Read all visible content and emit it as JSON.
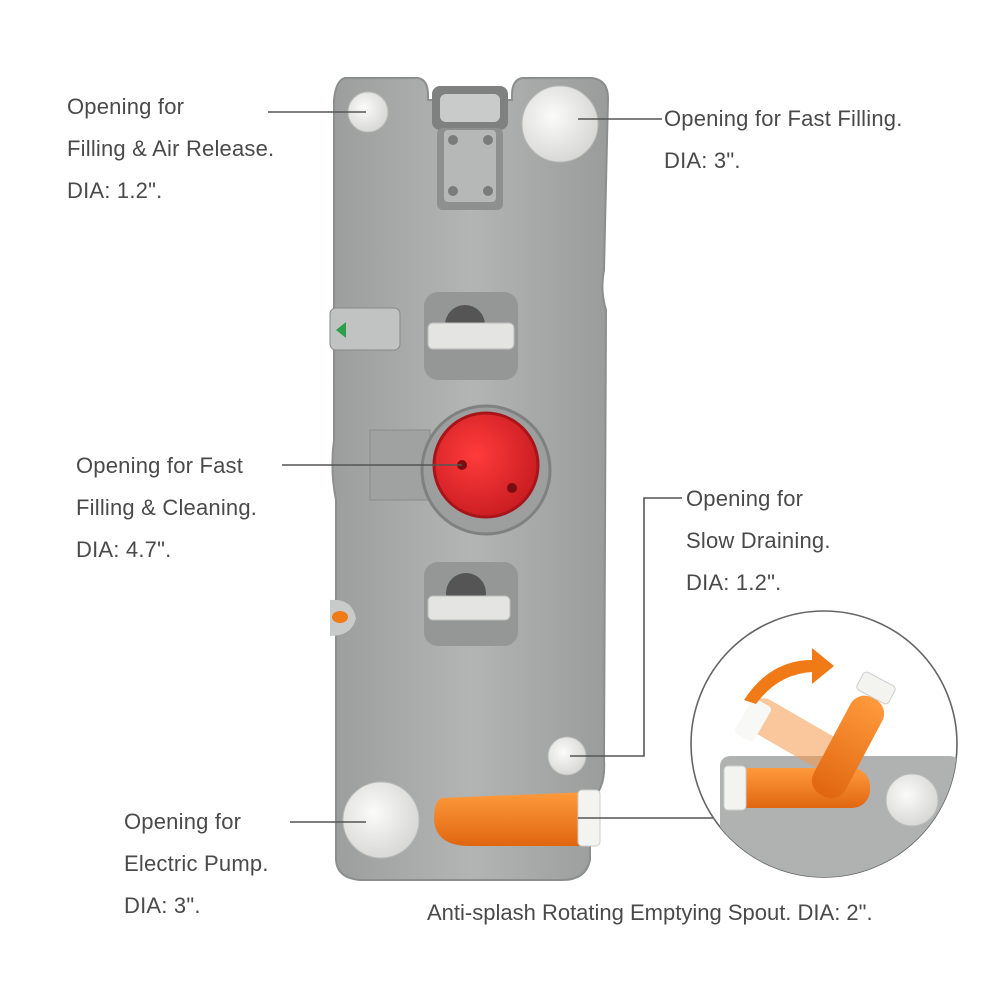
{
  "callouts": {
    "fill_air": {
      "lines": [
        "Opening for",
        "Filling & Air Release.",
        "DIA: 1.2\"."
      ]
    },
    "fast_fill": {
      "lines": [
        "Opening for Fast Filling.",
        "DIA: 3\"."
      ]
    },
    "fast_fill_clean": {
      "lines": [
        "Opening for Fast",
        "Filling & Cleaning.",
        "DIA: 4.7\"."
      ]
    },
    "slow_drain": {
      "lines": [
        "Opening for",
        "Slow Draining.",
        "DIA: 1.2\"."
      ]
    },
    "electric_pump": {
      "lines": [
        "Opening for",
        "Electric Pump.",
        "DIA: 3\"."
      ]
    },
    "spout": {
      "text": "Anti-splash Rotating Emptying Spout. DIA: 2\"."
    }
  },
  "colors": {
    "tank_body": "#a9abab",
    "cap_white": "#e9e9e7",
    "cap_red": "#e0232a",
    "spout_orange": "#f07a16",
    "leader_line": "#555555",
    "text": "#4a4a4a"
  },
  "icons": [
    "rotation-arrow-icon"
  ]
}
